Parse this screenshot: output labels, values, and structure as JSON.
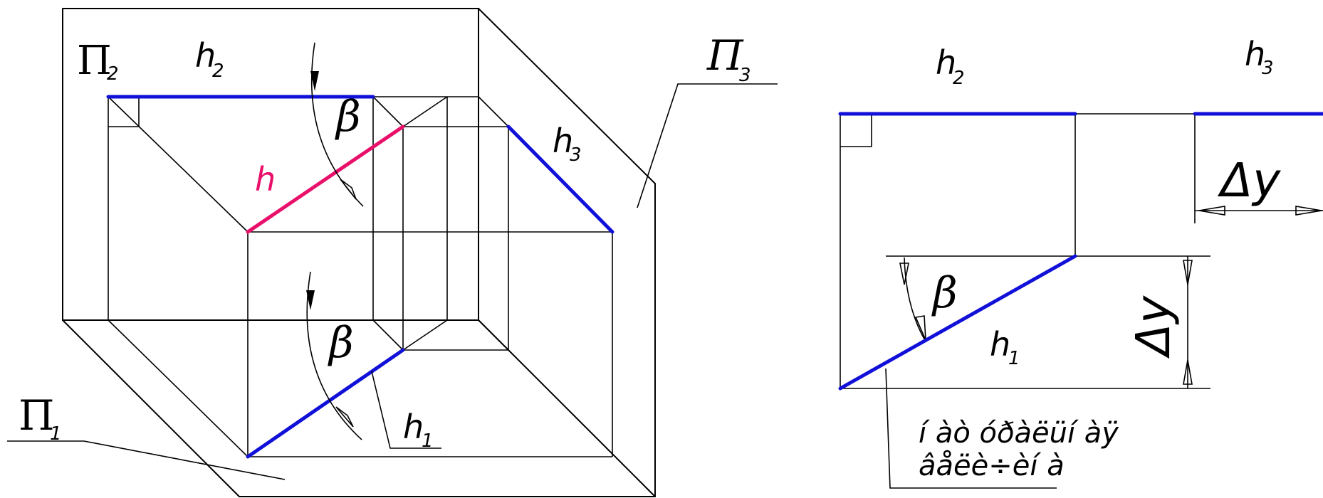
{
  "diagram": {
    "left_figure": {
      "plane_frontal": "Π",
      "plane_frontal_sub": "2",
      "plane_horizontal": "Π",
      "plane_horizontal_sub": "1",
      "plane_profile": "Π",
      "plane_profile_sub": "3",
      "h2": "h",
      "h2_sub": "2",
      "h3": "h",
      "h3_sub": "3",
      "h1": "h",
      "h1_sub": "1",
      "h_line": "h",
      "beta_top": "β",
      "beta_bottom": "β"
    },
    "right_figure": {
      "h2": "h",
      "h2_sub": "2",
      "h3": "h",
      "h3_sub": "3",
      "h1": "h",
      "h1_sub": "1",
      "beta": "β",
      "delta_y_top": "Δy",
      "delta_y_side": "Δy",
      "caption_line1": "í àò óðàëüí àÿ",
      "caption_line2": "âåëè÷èí à"
    },
    "colors": {
      "line_black": "#000000",
      "projection_blue": "#1010d8",
      "true_line_pink": "#e8106a"
    }
  }
}
